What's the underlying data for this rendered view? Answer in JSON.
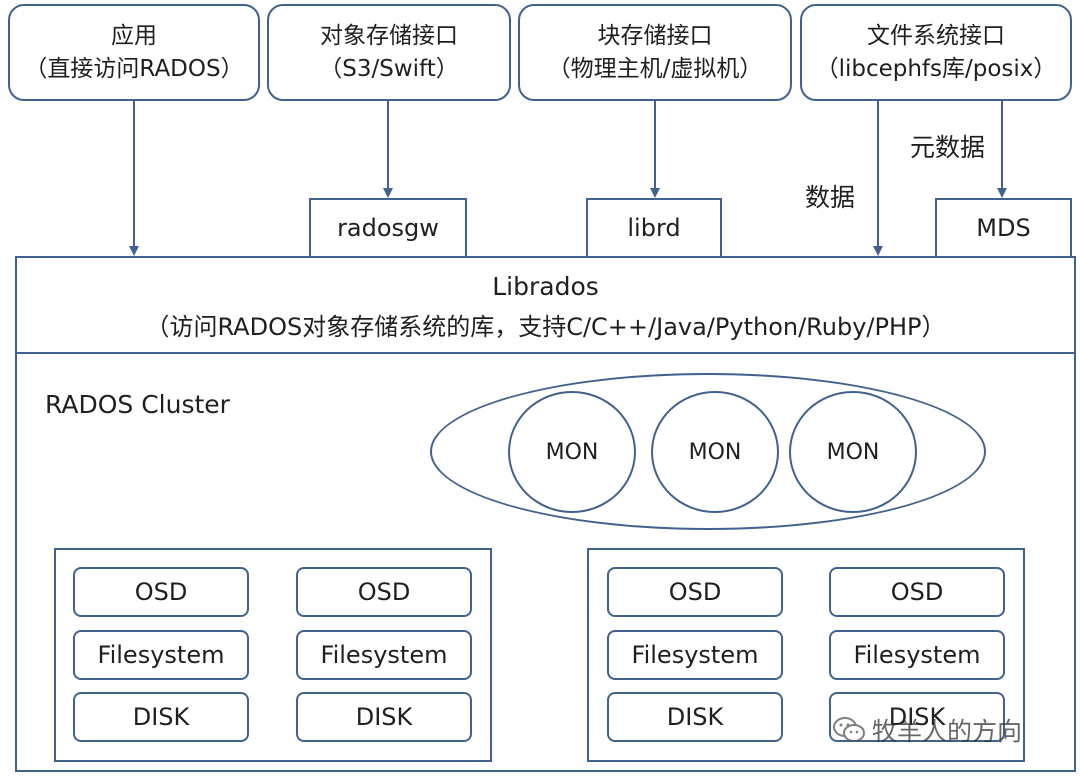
{
  "interfaces": [
    {
      "title": "应用",
      "sub": "（直接访问RADOS）"
    },
    {
      "title": "对象存储接口",
      "sub": "（S3/Swift）"
    },
    {
      "title": "块存储接口",
      "sub": "（物理主机/虚拟机）"
    },
    {
      "title": "文件系统接口",
      "sub": "（libcephfs库/posix）"
    }
  ],
  "adapters": {
    "radosgw": "radosgw",
    "librd": "librd",
    "mds": "MDS"
  },
  "edge_labels": {
    "data": "数据",
    "metadata": "元数据"
  },
  "librados": {
    "title": "Librados",
    "desc": "（访问RADOS对象存储系统的库，支持C/C++/Java/Python/Ruby/PHP）"
  },
  "cluster": {
    "title": "RADOS Cluster",
    "mons": [
      "MON",
      "MON",
      "MON"
    ],
    "groups": [
      {
        "columns": [
          {
            "osd": "OSD",
            "fs": "Filesystem",
            "disk": "DISK"
          },
          {
            "osd": "OSD",
            "fs": "Filesystem",
            "disk": "DISK"
          }
        ]
      },
      {
        "columns": [
          {
            "osd": "OSD",
            "fs": "Filesystem",
            "disk": "DISK"
          },
          {
            "osd": "OSD",
            "fs": "Filesystem",
            "disk": "DISK"
          }
        ]
      }
    ]
  },
  "watermark": "牧羊人的方向",
  "colors": {
    "stroke": "#41628f",
    "text": "#1f1f1f"
  }
}
